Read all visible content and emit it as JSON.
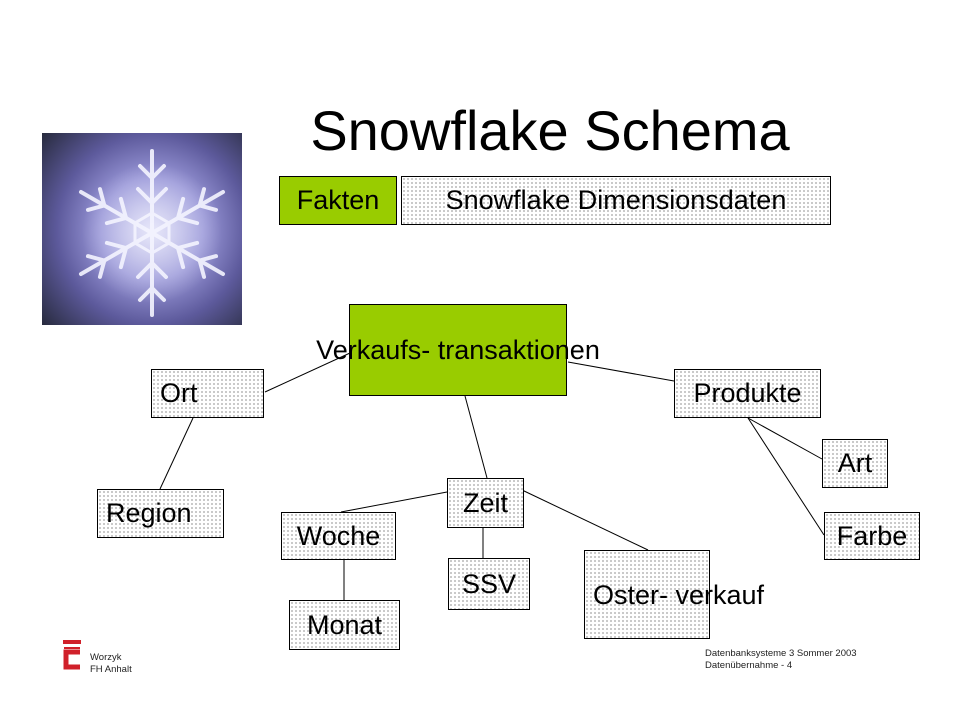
{
  "title": "Snowflake Schema",
  "legend": {
    "facts": "Fakten",
    "dimensions": "Snowflake Dimensionsdaten"
  },
  "nodes": {
    "fact": "Verkaufs-\ntransaktionen",
    "ort": "Ort",
    "region": "Region",
    "produkte": "Produkte",
    "art": "Art",
    "farbe": "Farbe",
    "zeit": "Zeit",
    "woche": "Woche",
    "monat": "Monat",
    "ssv": "SSV",
    "osterverkauf": "Oster-\nverkauf"
  },
  "footer": {
    "author": "Worzyk",
    "institution": "FH Anhalt",
    "course": "Datenbanksysteme 3  Sommer 2003",
    "page": "Datenübernahme - 4"
  },
  "colors": {
    "fact_green": "#99cc00",
    "logo_red": "#d0202a"
  }
}
